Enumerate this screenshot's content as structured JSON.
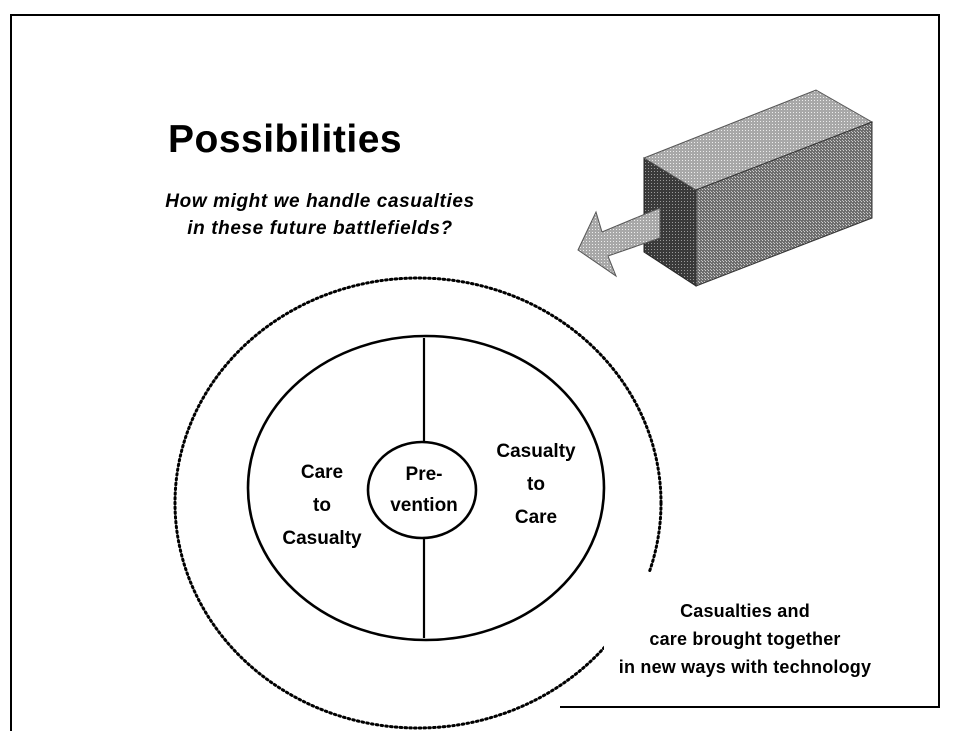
{
  "slide": {
    "title": "Possibilities",
    "subtitle_lines": [
      "How might we handle casualties",
      "in these future battlefields?"
    ]
  },
  "diagram": {
    "left_label": [
      "Care",
      "to",
      "Casualty"
    ],
    "center_label": [
      "Pre-",
      "vention"
    ],
    "right_label": [
      "Casualty",
      "to",
      "Care"
    ],
    "outer_caption": [
      "Casualties and",
      "care brought together",
      "in new ways with technology"
    ]
  }
}
